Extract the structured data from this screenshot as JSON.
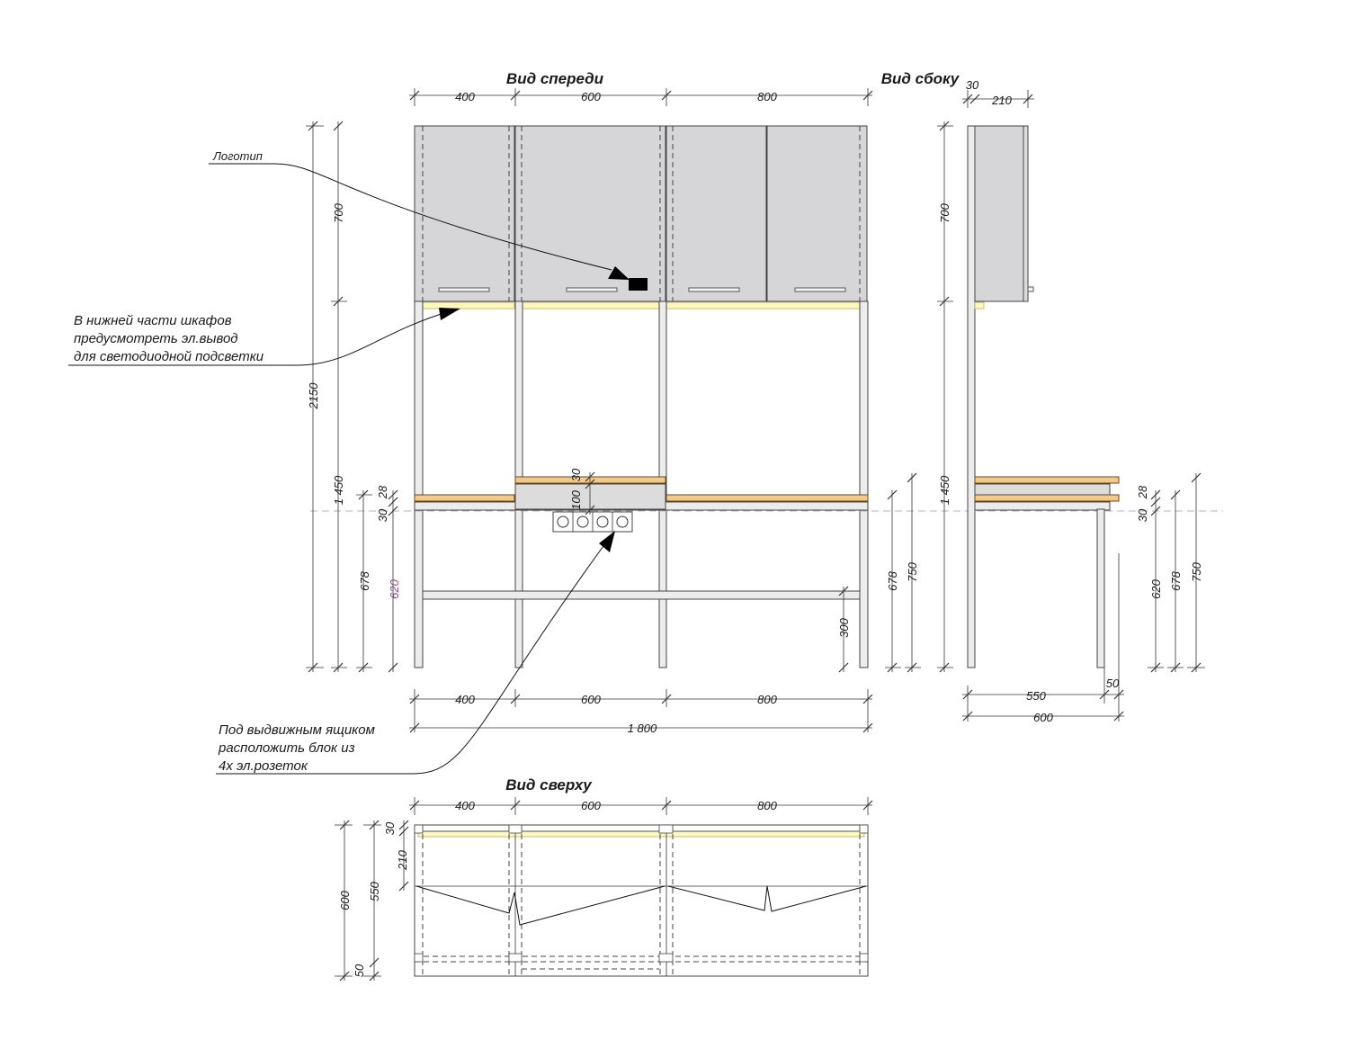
{
  "views": {
    "front": "Вид спереди",
    "side": "Вид сбоку",
    "top": "Вид сверху"
  },
  "notes": {
    "logo": "Логотип",
    "led_1": "В нижней части шкафов",
    "led_2": "предусмотреть эл.вывод",
    "led_3": "для светодиодной подсветки",
    "sockets_1": "Под выдвижным ящиком",
    "sockets_2": "расположить блок из",
    "sockets_3": "4х эл.розеток"
  },
  "dims": {
    "w400": "400",
    "w600": "600",
    "w800": "800",
    "w1800": "1 800",
    "h2150": "2150",
    "h700": "700",
    "h1450": "1 450",
    "h678": "678",
    "h620": "620",
    "h28": "28",
    "h30": "30",
    "h100": "100",
    "h750": "750",
    "h300": "300",
    "d30": "30",
    "d210": "210",
    "d550": "550",
    "d600": "600",
    "d50": "50"
  }
}
